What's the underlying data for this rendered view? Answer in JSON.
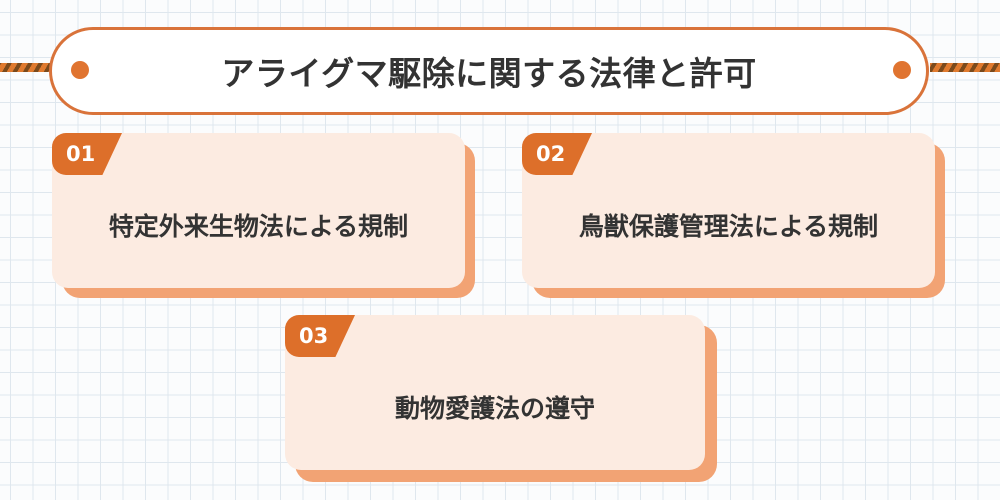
{
  "title": "アライグマ駆除に関する法律と許可",
  "colors": {
    "accent": "#dd6f2a",
    "card_bg": "#fcebe1",
    "card_shadow": "#f2a374",
    "text": "#333333",
    "grid": "#dfe7ee"
  },
  "cards": [
    {
      "number": "01",
      "label": "特定外来生物法による規制"
    },
    {
      "number": "02",
      "label": "鳥獣保護管理法による規制"
    },
    {
      "number": "03",
      "label": "動物愛護法の遵守"
    }
  ]
}
